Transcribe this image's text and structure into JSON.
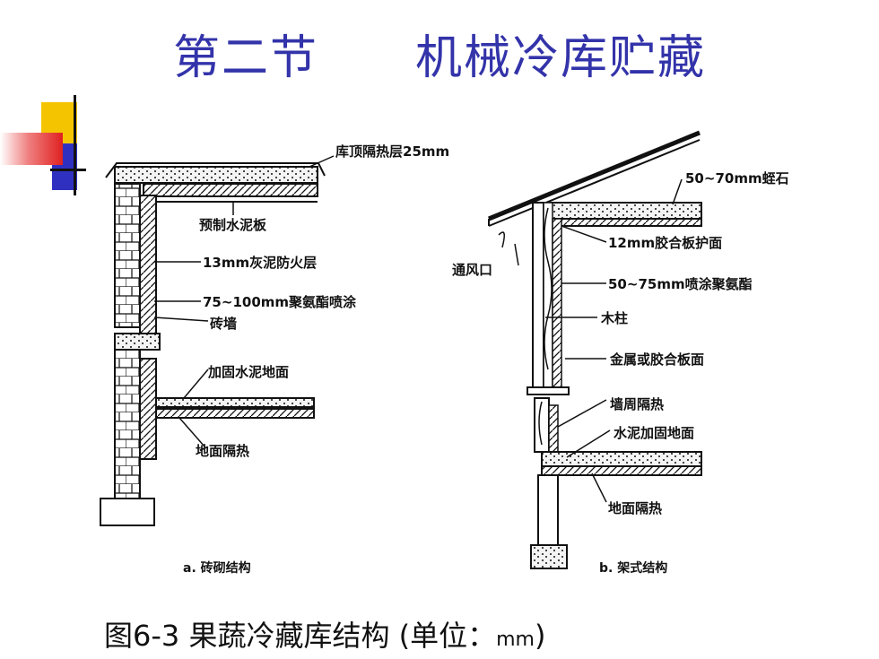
{
  "slide": {
    "title": "第二节　　机械冷库贮藏",
    "caption": "图6-3 果蔬冷藏库结构 (单位：",
    "caption_unit": "mm",
    "caption_end": ")"
  },
  "diagram": {
    "a": {
      "label": "a. 砖砌结构",
      "callouts": [
        "库顶隔热层25mm",
        "预制水泥板",
        "13mm灰泥防火层",
        "75~100mm聚氨酯喷涂",
        "砖墙",
        "加固水泥地面",
        "地面隔热"
      ]
    },
    "b": {
      "label": "b. 架式结构",
      "callouts": [
        "50~70mm蛭石",
        "通风口",
        "12mm胶合板护面",
        "50~75mm喷涂聚氨酯",
        "木柱",
        "金属或胶合板面",
        "墙周隔热",
        "水泥加固地面",
        "地面隔热"
      ]
    }
  },
  "colors": {
    "title": "#3333aa",
    "deco_yellow": "#f5c400",
    "deco_blue": "#3030c0",
    "deco_red": "#e03030"
  }
}
